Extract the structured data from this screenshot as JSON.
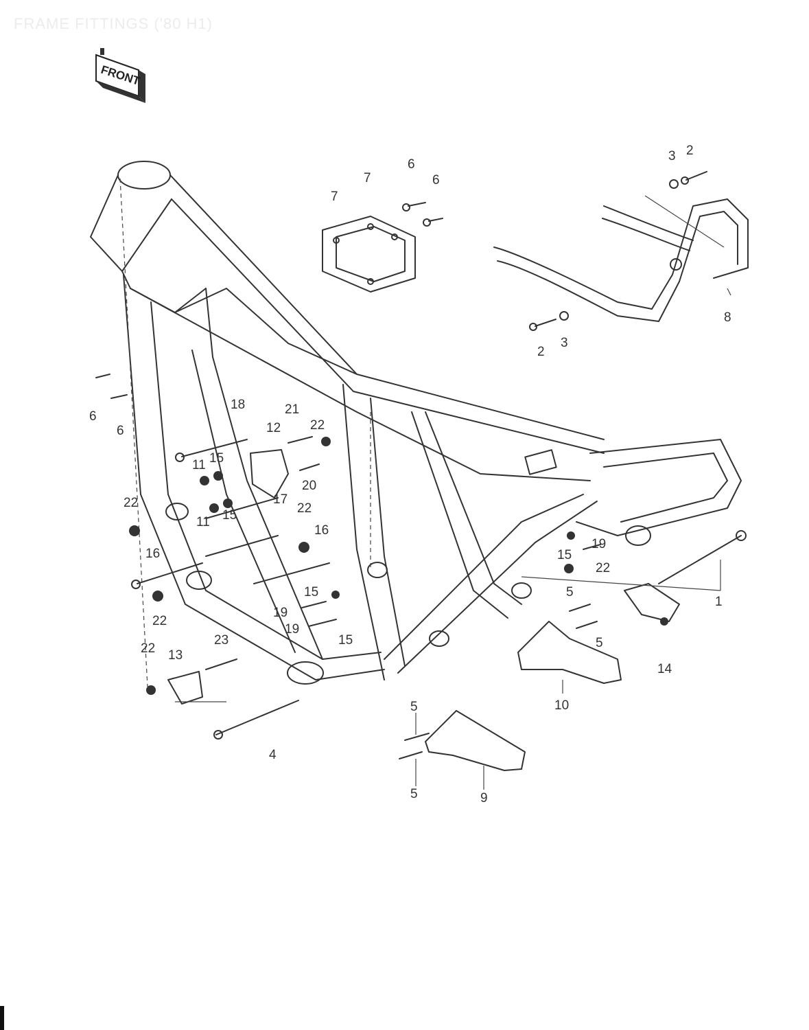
{
  "title": "FRAME FITTINGS ('80 H1)",
  "front_badge": "FRONT",
  "callouts": [
    {
      "id": "c-1",
      "text": "1"
    },
    {
      "id": "c-2a",
      "text": "2"
    },
    {
      "id": "c-2b",
      "text": "2"
    },
    {
      "id": "c-3a",
      "text": "3"
    },
    {
      "id": "c-3b",
      "text": "3"
    },
    {
      "id": "c-4",
      "text": "4"
    },
    {
      "id": "c-5a",
      "text": "5"
    },
    {
      "id": "c-5b",
      "text": "5"
    },
    {
      "id": "c-5c",
      "text": "5"
    },
    {
      "id": "c-5d",
      "text": "5"
    },
    {
      "id": "c-6a",
      "text": "6"
    },
    {
      "id": "c-6b",
      "text": "6"
    },
    {
      "id": "c-6c",
      "text": "6"
    },
    {
      "id": "c-6d",
      "text": "6"
    },
    {
      "id": "c-7a",
      "text": "7"
    },
    {
      "id": "c-7b",
      "text": "7"
    },
    {
      "id": "c-8",
      "text": "8"
    },
    {
      "id": "c-9",
      "text": "9"
    },
    {
      "id": "c-10",
      "text": "10"
    },
    {
      "id": "c-11a",
      "text": "11"
    },
    {
      "id": "c-11b",
      "text": "11"
    },
    {
      "id": "c-12",
      "text": "12"
    },
    {
      "id": "c-13",
      "text": "13"
    },
    {
      "id": "c-14",
      "text": "14"
    },
    {
      "id": "c-15a",
      "text": "15"
    },
    {
      "id": "c-15b",
      "text": "15"
    },
    {
      "id": "c-15c",
      "text": "15"
    },
    {
      "id": "c-15d",
      "text": "15"
    },
    {
      "id": "c-15e",
      "text": "15"
    },
    {
      "id": "c-16a",
      "text": "16"
    },
    {
      "id": "c-16b",
      "text": "16"
    },
    {
      "id": "c-17",
      "text": "17"
    },
    {
      "id": "c-18",
      "text": "18"
    },
    {
      "id": "c-19a",
      "text": "19"
    },
    {
      "id": "c-19b",
      "text": "19"
    },
    {
      "id": "c-19c",
      "text": "19"
    },
    {
      "id": "c-20",
      "text": "20"
    },
    {
      "id": "c-21",
      "text": "21"
    },
    {
      "id": "c-22a",
      "text": "22"
    },
    {
      "id": "c-22b",
      "text": "22"
    },
    {
      "id": "c-22c",
      "text": "22"
    },
    {
      "id": "c-22d",
      "text": "22"
    },
    {
      "id": "c-22e",
      "text": "22"
    },
    {
      "id": "c-22f",
      "text": "22"
    },
    {
      "id": "c-23",
      "text": "23"
    }
  ]
}
